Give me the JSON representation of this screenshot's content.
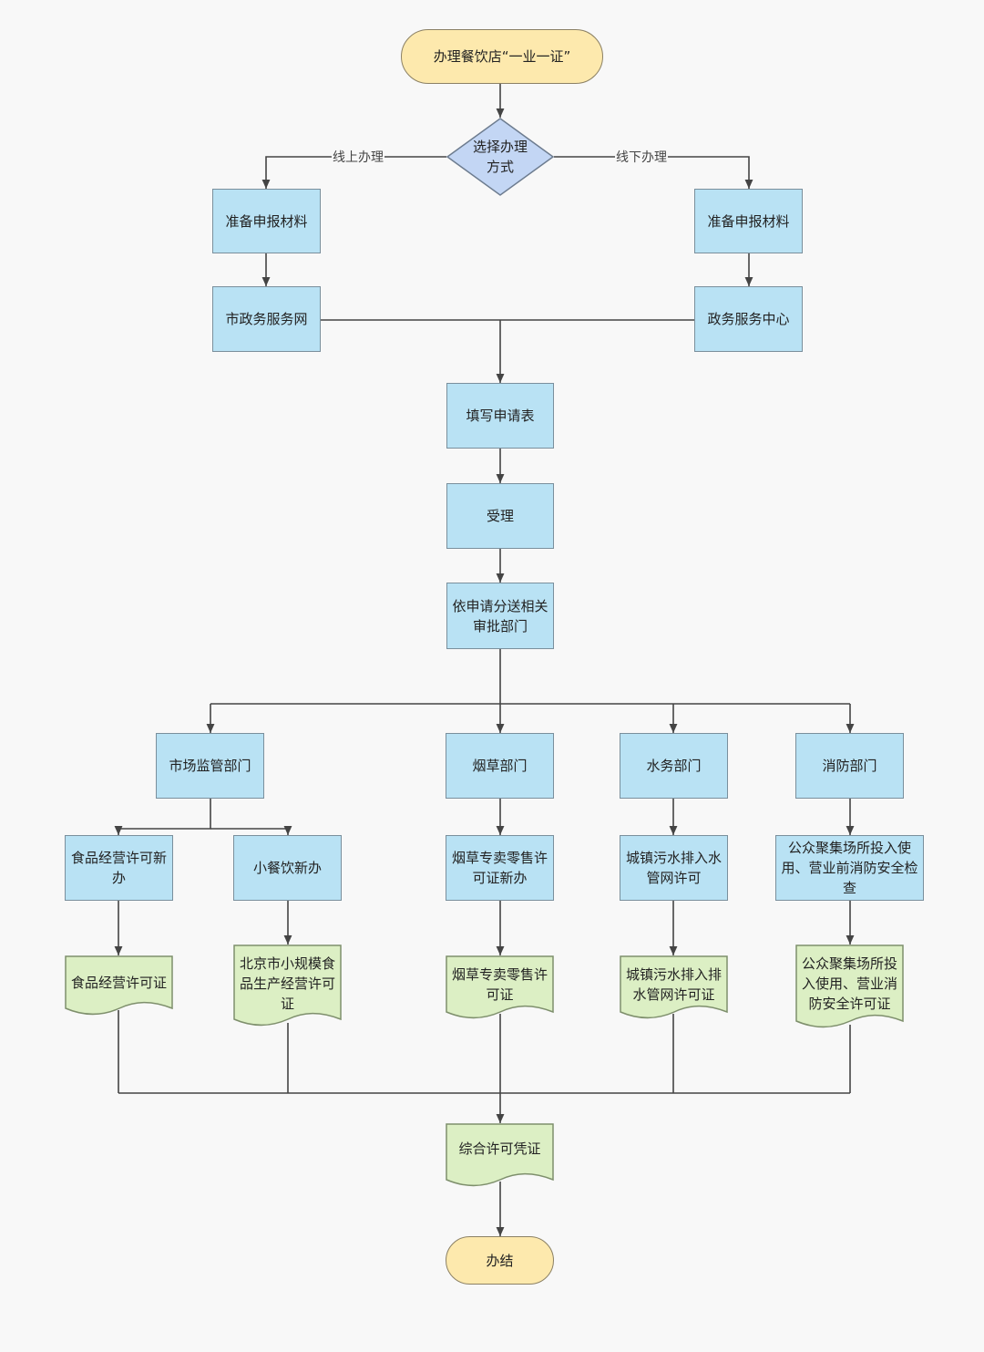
{
  "nodes": {
    "start": "办理餐饮店“一业一证”",
    "decision": "选择办理方式",
    "prep_online": "准备申报材料",
    "prep_offline": "准备申报材料",
    "city_gov_web": "市政务服务网",
    "gov_center": "政务服务中心",
    "fill_form": "填写申请表",
    "accept": "受理",
    "dispatch": "依申请分送相关审批部门",
    "market_dept": "市场监管部门",
    "tobacco_dept": "烟草部门",
    "water_dept": "水务部门",
    "fire_dept": "消防部门",
    "food_license_new": "食品经营许可新办",
    "small_catering_new": "小餐饮新办",
    "tobacco_retail_new": "烟草专卖零售许可证新办",
    "sewage_permit": "城镇污水排入水管网许可",
    "fire_check": "公众聚集场所投入使用、营业前消防安全检查",
    "food_license": "食品经营许可证",
    "beijing_small_license": "北京市小规模食品生产经营许可证",
    "tobacco_license": "烟草专卖零售许可证",
    "sewage_license": "城镇污水排入排水管网许可证",
    "fire_license": "公众聚集场所投入使用、营业消防安全许可证",
    "combined_license": "综合许可凭证",
    "end": "办结"
  },
  "edge_labels": {
    "online": "线上办理",
    "offline": "线下办理"
  },
  "colors": {
    "process_fill": "#b9e2f4",
    "terminal_fill": "#fde9ad",
    "decision_fill": "#c3d6f4",
    "document_fill": "#dcefc4",
    "line": "#444444"
  }
}
